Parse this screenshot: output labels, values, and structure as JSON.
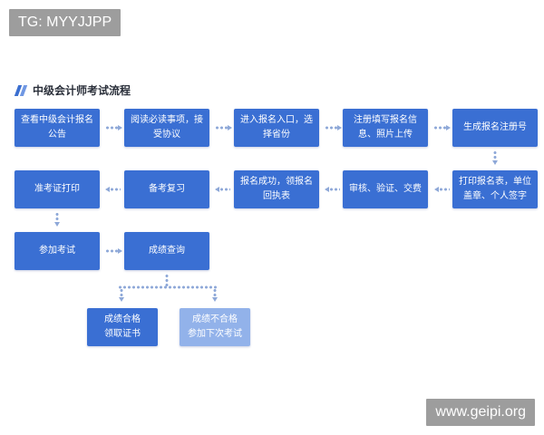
{
  "watermarks": {
    "top_left": "TG: MYYJJPP",
    "bottom_right": "www.geipi.org"
  },
  "title": "中级会计师考试流程",
  "steps": {
    "s1": "查看中级会计报名\n公告",
    "s2": "阅读必读事项，接\n受协议",
    "s3": "进入报名入口，选\n择省份",
    "s4": "注册填写报名信\n息、照片上传",
    "s5": "生成报名注册号",
    "s6": "打印报名表，单位\n盖章、个人签字",
    "s7": "审核、验证、交费",
    "s8": "报名成功，领报名\n回执表",
    "s9": "备考复习",
    "s10": "准考证打印",
    "s11": "参加考试",
    "s12": "成绩查询",
    "s13": "成绩合格\n领取证书",
    "s14": "成绩不合格\n参加下次考试"
  },
  "colors": {
    "box": "#3a6fd3",
    "box_light": "#92b2ea",
    "connector": "#8ea8d8"
  }
}
